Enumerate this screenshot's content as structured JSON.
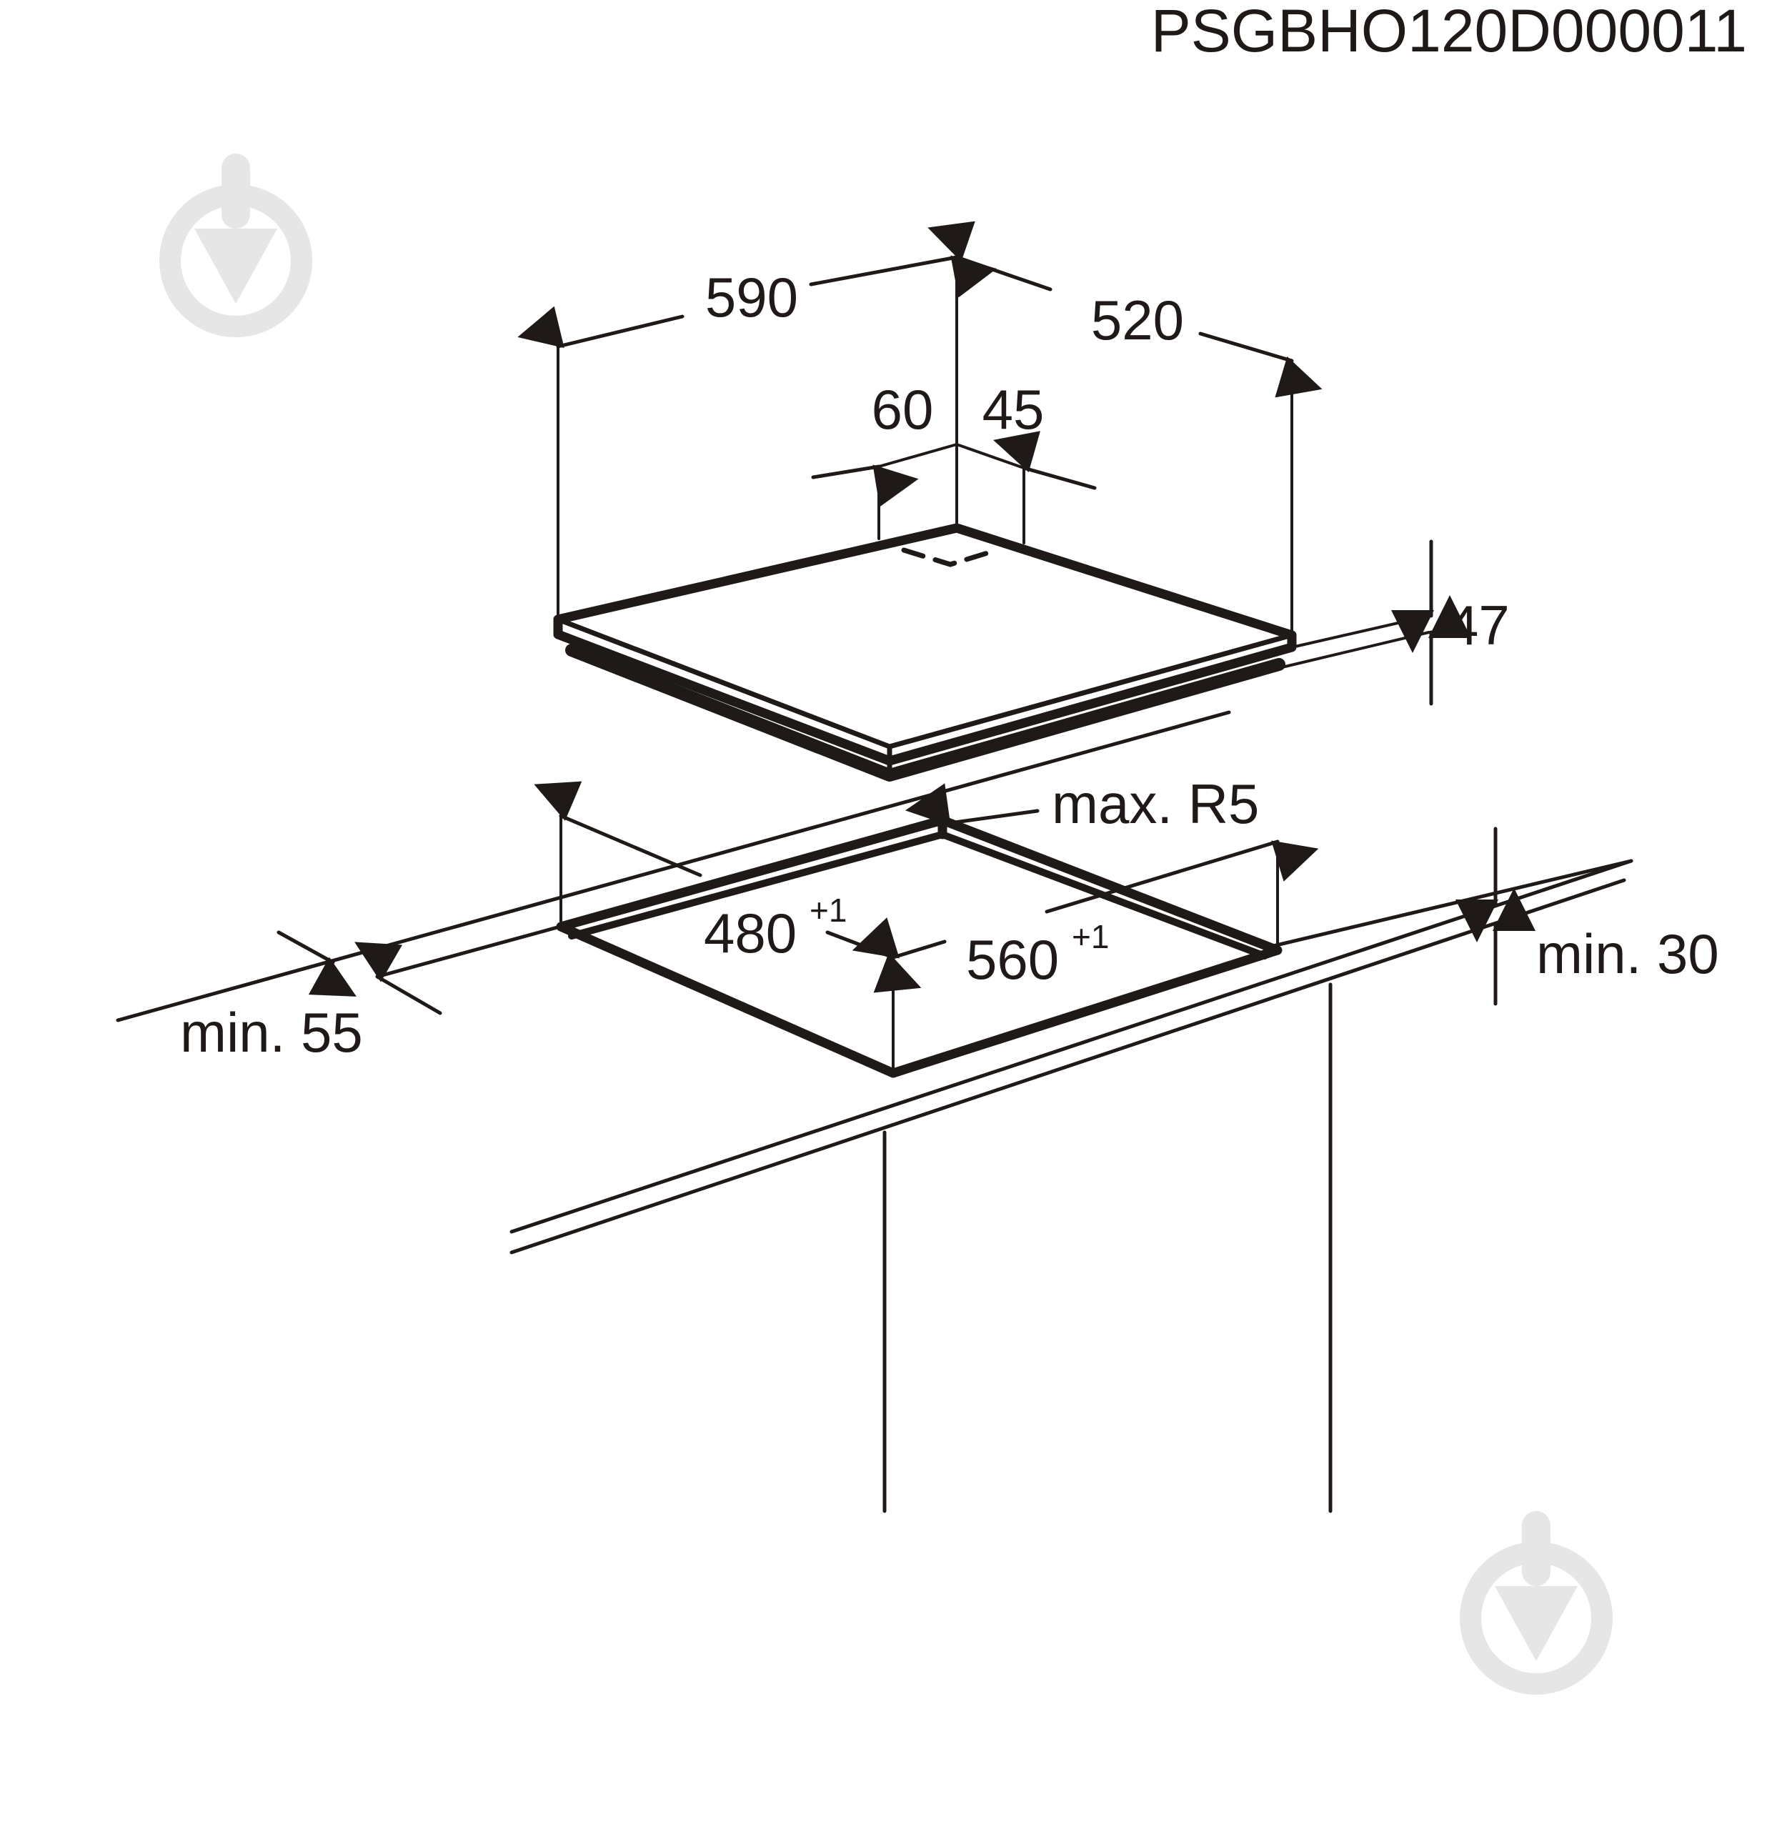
{
  "drawing_code": "PSGBHO120D000011",
  "hob_dimensions": {
    "width": "590",
    "depth": "520",
    "back_left": "60",
    "back_right": "45",
    "height": "47"
  },
  "cutout_dimensions": {
    "depth": "480",
    "depth_tolerance": "+1",
    "width": "560",
    "width_tolerance": "+1",
    "corner_radius": "max. R5",
    "front_clearance": "min. 55",
    "worktop_thickness": "min. 30"
  },
  "colors": {
    "line": "#1f1a17",
    "watermark": "#e6e6e6",
    "background": "#ffffff"
  },
  "watermark_icon": "shovel-in-circle-icon"
}
